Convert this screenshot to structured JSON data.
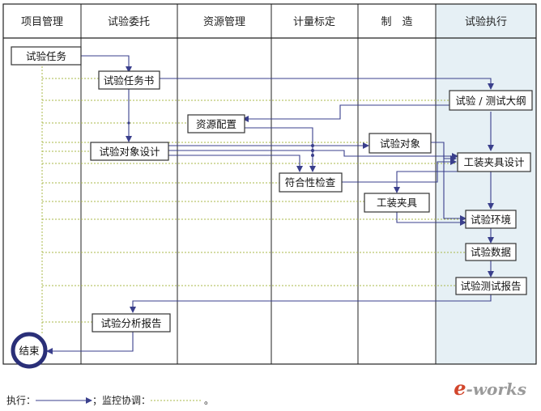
{
  "lanes": [
    "项目管理",
    "试验委托",
    "资源管理",
    "计量标定",
    "制　造",
    "试验执行"
  ],
  "boxes": {
    "test_task": "试验任务",
    "task_book": "试验任务书",
    "test_outline": "试验 / 测试大纲",
    "resource_config": "资源配置",
    "object_design": "试验对象设计",
    "test_object": "试验对象",
    "fixture_design": "工装夹具设计",
    "conformity_check": "符合性检查",
    "fixture": "工装夹具",
    "test_env": "试验环境",
    "test_data": "试验数据",
    "test_report": "试验测试报告",
    "analysis_report": "试验分析报告",
    "end": "结束"
  },
  "legend": {
    "execute_label": "执行：",
    "monitor_label": "；监控协调：",
    "end_mark": "。"
  },
  "watermark": {
    "e": "e",
    "rest": "-works"
  },
  "colors": {
    "exec_line": "#3a3f8c",
    "monitor_line": "#a8b84a",
    "lane_border": "#222222",
    "exec_lane_bg": "#e6f0f5",
    "end_circle": "#2a2f78"
  }
}
